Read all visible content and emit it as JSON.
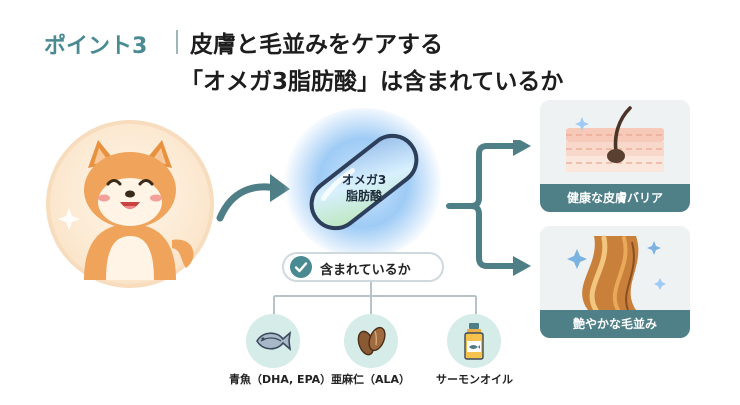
{
  "header": {
    "point_label": "ポイント3",
    "title_line1": "皮膚と毛並みをケアする",
    "title_line2": "「オメガ3脂肪酸」は含まれているか"
  },
  "capsule": {
    "label_line1": "オメガ3",
    "label_line2": "脂肪酸"
  },
  "check": {
    "label": "含まれているか"
  },
  "sources": [
    {
      "label": "青魚（DHA, EPA）",
      "icon": "fish-icon"
    },
    {
      "label": "亜麻仁（ALA）",
      "icon": "flaxseed-icon"
    },
    {
      "label": "サーモンオイル",
      "icon": "salmon-oil-bottle-icon"
    }
  ],
  "benefits": [
    {
      "label": "健康な皮膚バリア",
      "icon": "skin-barrier-icon"
    },
    {
      "label": "艶やかな毛並み",
      "icon": "shiny-fur-icon"
    }
  ],
  "colors": {
    "accent": "#4a8a92",
    "card_label_bg": "#4f8088",
    "source_bg": "#d6ece9",
    "dog_bg": "#fbe6cc",
    "capsule_glow": "#9ecbf5"
  }
}
